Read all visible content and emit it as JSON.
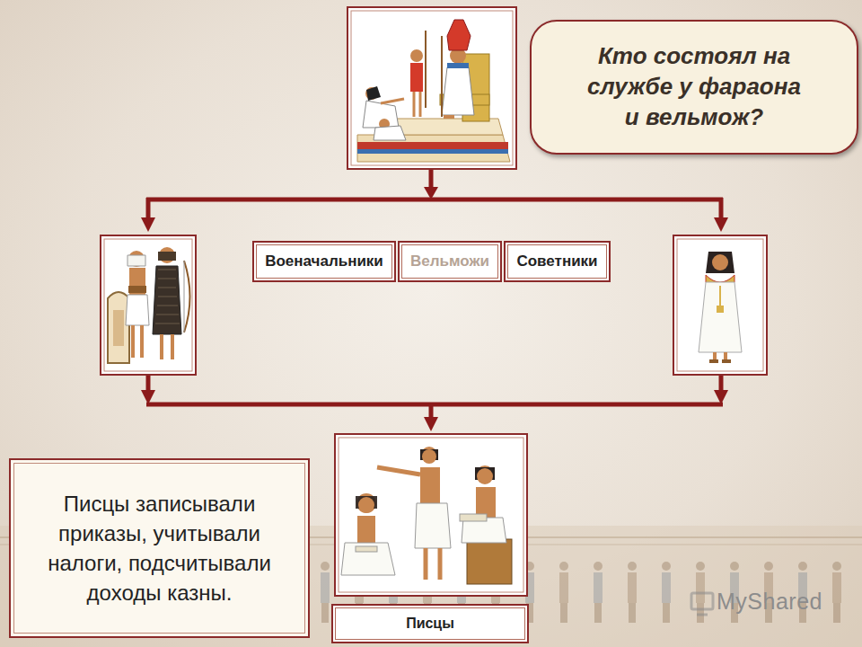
{
  "diagram": {
    "nodes": [
      {
        "text": [
          "Кто состоял на службе у фараона и вельмож?"
        ]
      },
      {
        "text": [
          "Военачальники"
        ]
      },
      {
        "text": [
          "Вельможи"
        ]
      },
      {
        "text": [
          "Советники"
        ]
      },
      {
        "text": [
          "Писцы записывали приказы, учитывали налоги, подсчитывали доходы казны."
        ]
      },
      {
        "text": [
          "Писцы"
        ]
      }
    ],
    "labels": [
      "MyShared"
    ]
  }
}
